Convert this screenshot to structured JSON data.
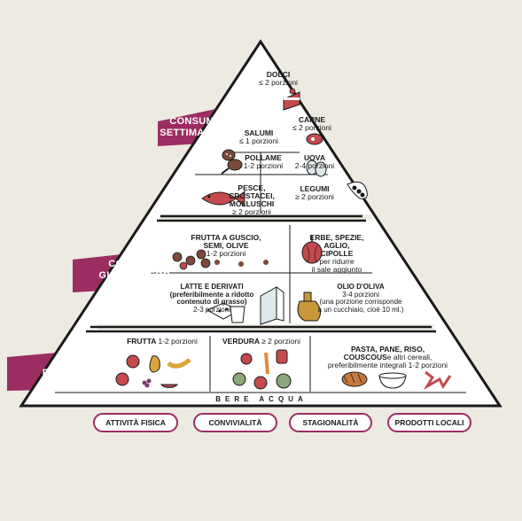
{
  "sections": {
    "weekly": "CONSUMO\nSETTIMANALE",
    "daily": "CONSUMO\nGIORNALIERO",
    "meals": "PASTI\nPRINCIPALI"
  },
  "weekly": {
    "dolci": {
      "name": "DOLCI",
      "portions": "≤ 2 porzioni"
    },
    "carne": {
      "name": "CARNE",
      "portions": "≤ 2 porzioni"
    },
    "salumi": {
      "name": "SALUMI",
      "portions": "≤ 1 porzioni"
    },
    "pollame": {
      "name": "POLLAME",
      "portions": "1-2 porzioni"
    },
    "uova": {
      "name": "UOVA",
      "portions": "2-4 porzioni"
    },
    "pesce": {
      "name": "PESCE,\nCROSTACEI,\nMOLLUSCHI",
      "portions": "≥ 2 porzioni"
    },
    "legumi": {
      "name": "LEGUMI",
      "portions": "≥ 2 porzioni"
    }
  },
  "daily": {
    "frutta_guscio": {
      "name": "FRUTTA A GUSCIO,\nSEMI, OLIVE",
      "portions": "1-2 porzioni"
    },
    "erbe": {
      "name": "ERBE, SPEZIE,\nAGLIO,\nCIPOLLE",
      "portions": "per ridurre\nil sale aggiunto"
    },
    "latte": {
      "name": "LATTE E DERIVATI\n(preferibilmente a ridotto\ncontenuto di grasso)",
      "portions": "2-3 porzioni"
    },
    "olio": {
      "name": "OLIO D'OLIVA",
      "portions": "3-4 porzioni\n(una porzione corrisponde\na un cucchiaio, cioè 10 ml.)"
    }
  },
  "meals": {
    "frutta": {
      "name": "FRUTTA",
      "portions": "1-2 porzioni"
    },
    "verdura": {
      "name": "VERDURA",
      "portions": "≥ 2 porzioni"
    },
    "cereali": {
      "name": "PASTA, PANE, RISO,\nCOUSCOUS",
      "note": "e altri cereali,\npreferibilmente integrali",
      "portions": "1-2 porzioni"
    }
  },
  "water": "BERE ACQUA",
  "lifestyle": [
    "ATTIVITÀ FISICA",
    "CONVIVIALITÀ",
    "STAGIONALITÀ",
    "PRODOTTI LOCALI"
  ],
  "colors": {
    "accent": "#9b2d62",
    "background": "#eceae1",
    "outline": "#1a1a1a",
    "food_red": "#c44a4e",
    "food_brown": "#7a4a3a"
  }
}
